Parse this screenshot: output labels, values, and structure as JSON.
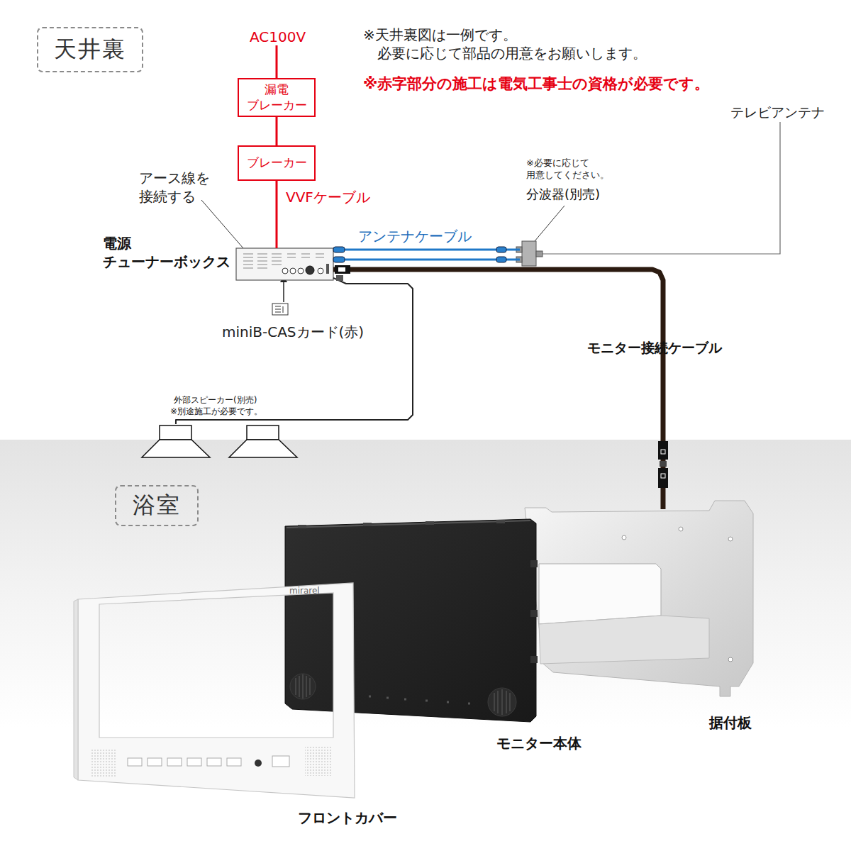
{
  "diagram": {
    "nodes": [
      {
        "text": [
          "天井裏"
        ]
      },
      {
        "text": [
          "漏電 ブレーカー"
        ]
      },
      {
        "text": [
          "ブレーカー"
        ]
      },
      {
        "text": [
          "電源 チューナーボックス"
        ]
      },
      {
        "text": [
          "分波器(別売)"
        ]
      },
      {
        "text": [
          "外部スピーカー(別売)",
          "※別途施工が必要です。"
        ]
      },
      {
        "text": [
          "浴室"
        ]
      },
      {
        "text": [
          "据付板"
        ]
      },
      {
        "text": [
          "モニター本体"
        ]
      },
      {
        "text": [
          "mirarel",
          "フロントカバー"
        ]
      }
    ],
    "edges": [
      {
        "from": 1,
        "to": 2,
        "arrow": "none"
      },
      {
        "from": 2,
        "to": 3,
        "label": "VVFケーブル",
        "arrow": "none"
      },
      {
        "from": 3,
        "to": 4,
        "label": "アンテナケーブル",
        "arrow": "none"
      },
      {
        "from": 3,
        "to": 4,
        "arrow": "none"
      },
      {
        "from": 3,
        "to": 7,
        "label": "モニター接続ケーブル",
        "arrow": "none"
      },
      {
        "from": 3,
        "to": 5,
        "arrow": "none"
      }
    ],
    "labels": [
      "AC100V",
      "※天井裏図は一例です。 必要に応じて部品の用意をお願いします。",
      "※赤字部分の施工は電気工事士の資格が必要です。",
      "アース線を 接続する",
      "テレビアンテナ",
      "※必要に応じて 用意してください。",
      "miniB-CASカード(赤)"
    ]
  }
}
